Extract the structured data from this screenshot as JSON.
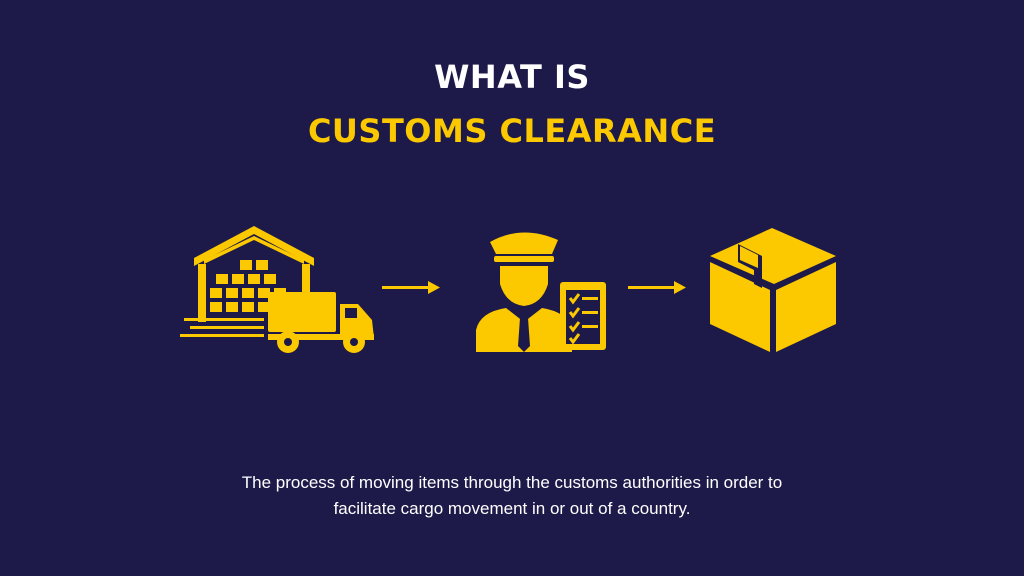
{
  "title": {
    "line1": "WHAT IS",
    "line2": "CUSTOMS CLEARANCE"
  },
  "icons": [
    "warehouse-truck-icon",
    "arrow-right-icon",
    "customs-officer-checklist-icon",
    "arrow-right-icon",
    "package-box-icon"
  ],
  "colors": {
    "background": "#1d1a4a",
    "accent": "#fcc800",
    "text": "#ffffff"
  },
  "caption": "The process of moving items through the customs authorities in order to facilitate cargo movement in or out of a country."
}
